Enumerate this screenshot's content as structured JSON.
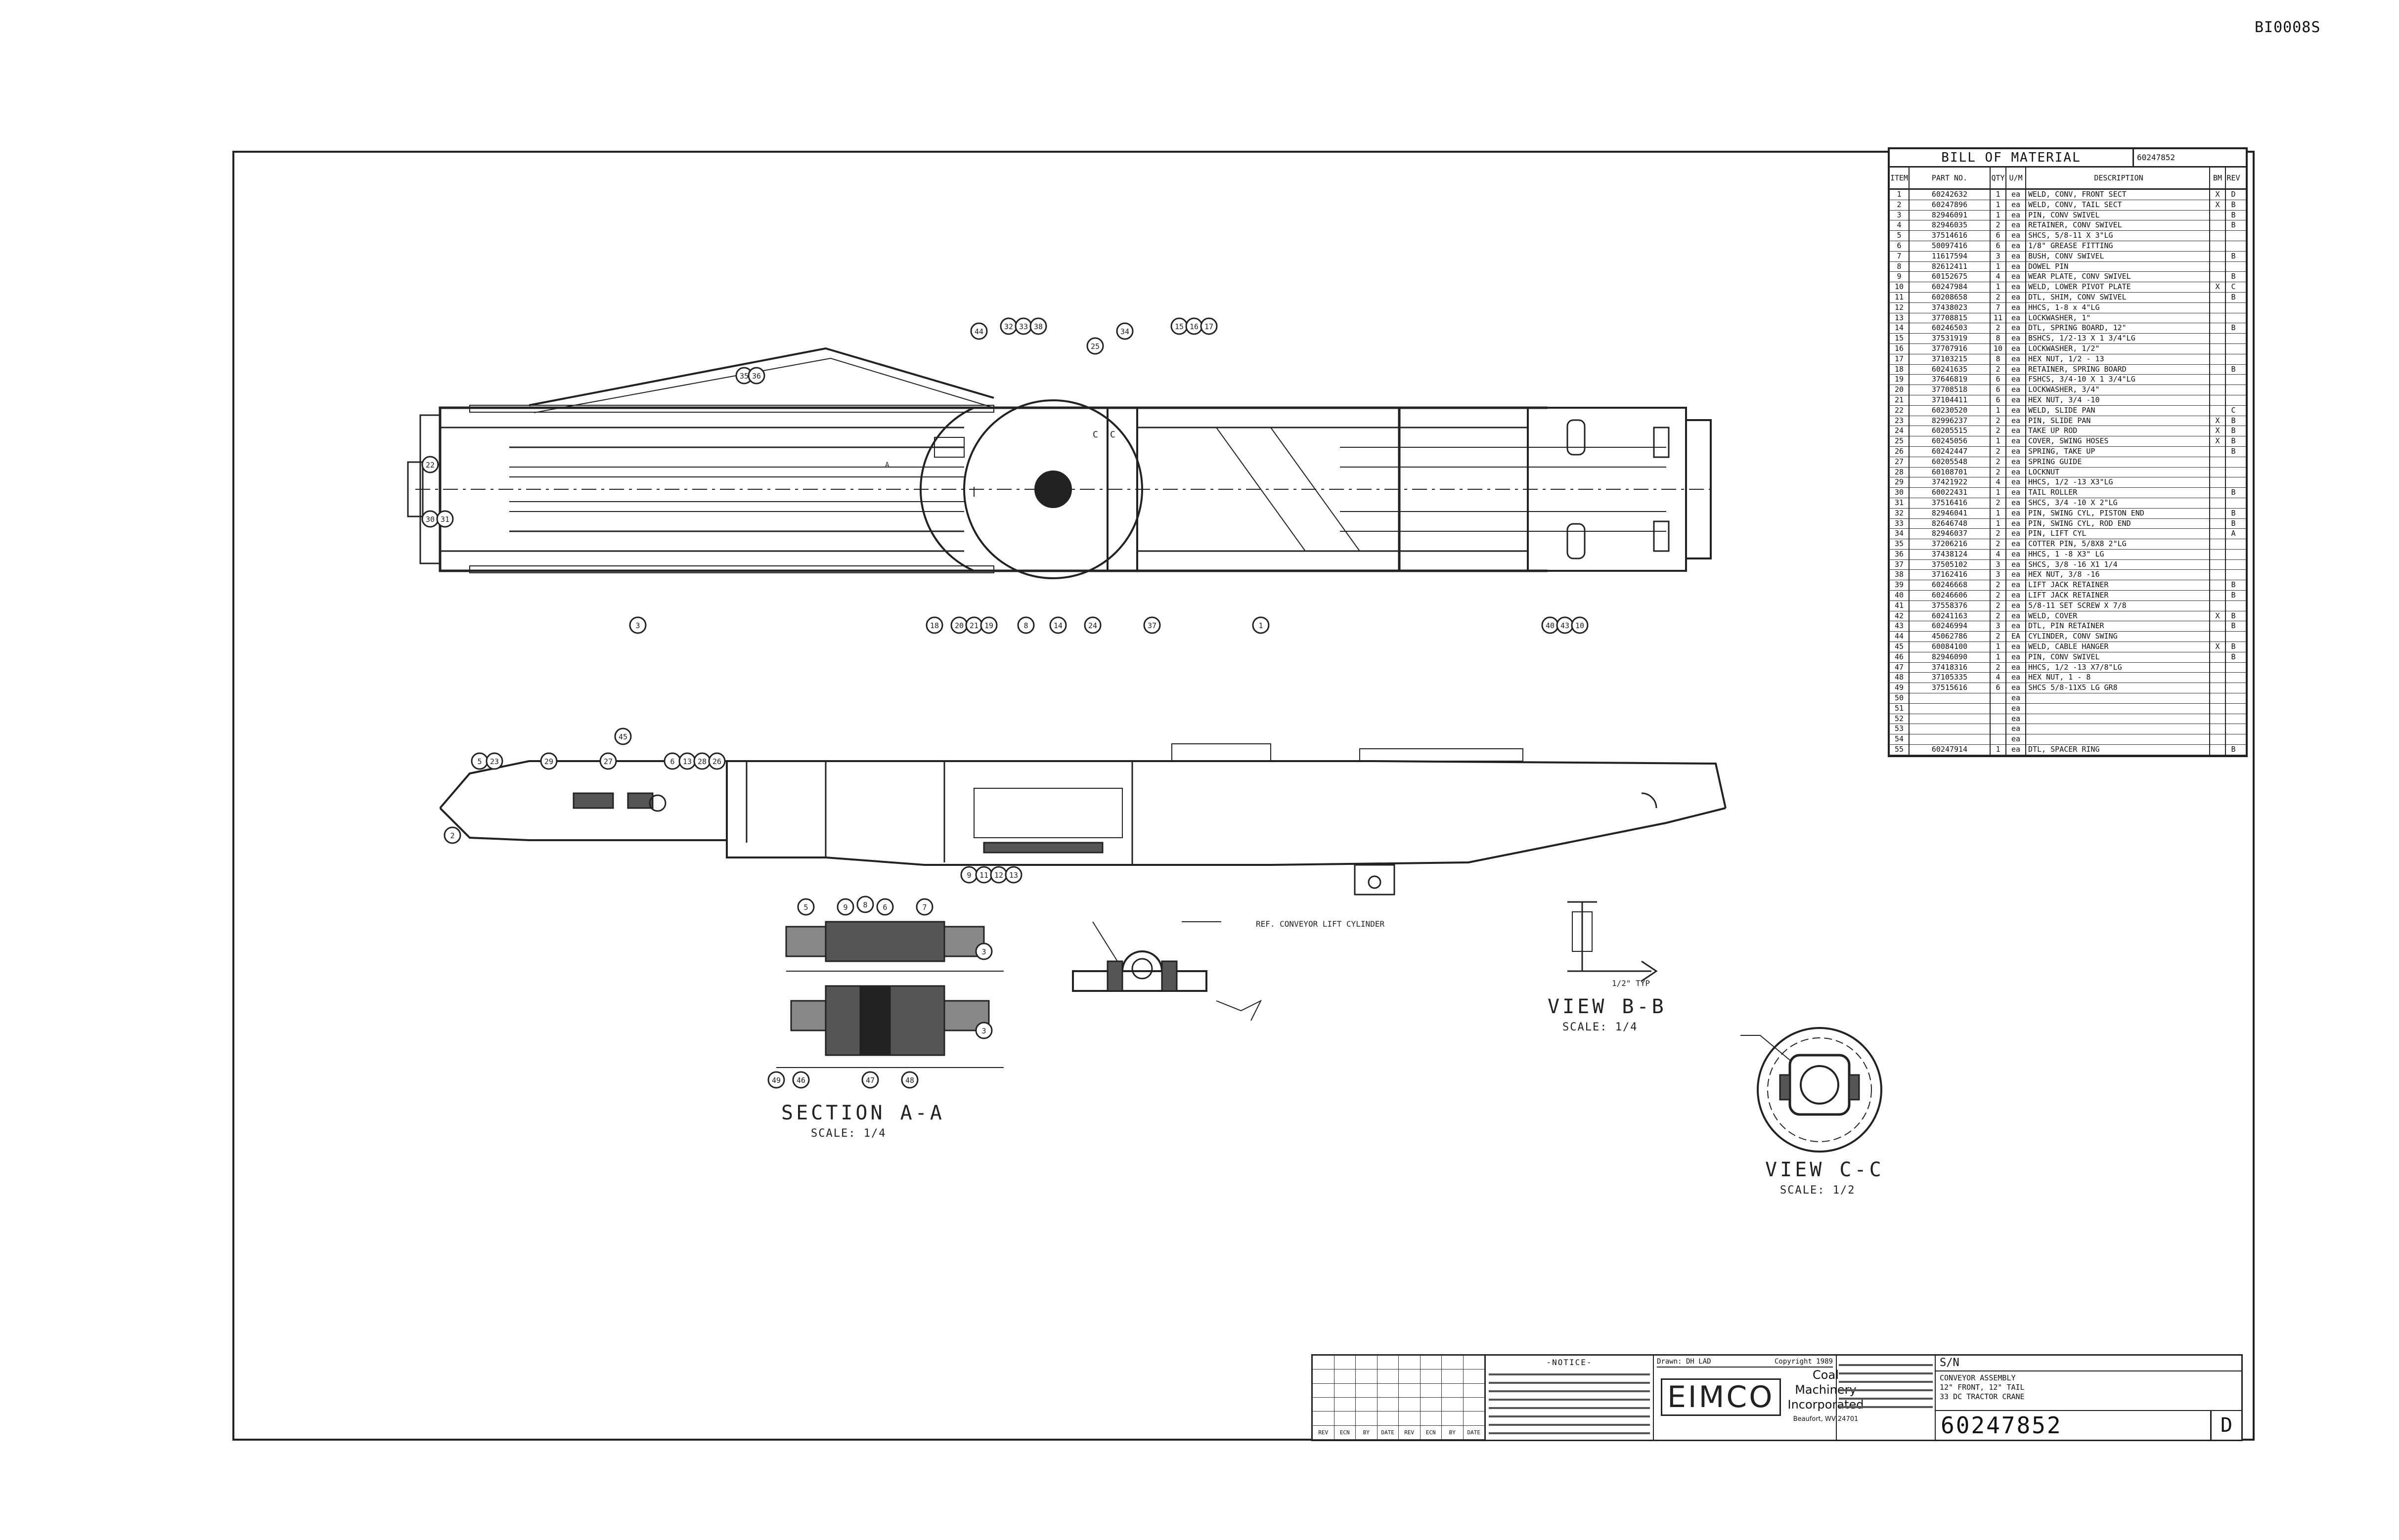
{
  "doc_id": "BI0008S",
  "bom": {
    "title": "BILL OF MATERIAL",
    "dwg_ref": "60247852",
    "columns": [
      "ITEM",
      "PART NO.",
      "QTY",
      "U/M",
      "DESCRIPTION",
      "BM",
      "REV"
    ],
    "rows": [
      [
        "1",
        "60242632",
        "1",
        "ea",
        "WELD, CONV, FRONT SECT",
        "X",
        "D"
      ],
      [
        "2",
        "60247896",
        "1",
        "ea",
        "WELD, CONV, TAIL SECT",
        "X",
        "B"
      ],
      [
        "3",
        "82946091",
        "1",
        "ea",
        "PIN, CONV SWIVEL",
        "",
        "B"
      ],
      [
        "4",
        "82946035",
        "2",
        "ea",
        "RETAINER, CONV SWIVEL",
        "",
        "B"
      ],
      [
        "5",
        "37514616",
        "6",
        "ea",
        "SHCS, 5/8-11 X 3\"LG",
        "",
        ""
      ],
      [
        "6",
        "50097416",
        "6",
        "ea",
        "1/8\" GREASE FITTING",
        "",
        ""
      ],
      [
        "7",
        "11617594",
        "3",
        "ea",
        "BUSH, CONV SWIVEL",
        "",
        "B"
      ],
      [
        "8",
        "82612411",
        "1",
        "ea",
        "DOWEL PIN",
        "",
        ""
      ],
      [
        "9",
        "60152675",
        "4",
        "ea",
        "WEAR PLATE, CONV SWIVEL",
        "",
        "B"
      ],
      [
        "10",
        "60247984",
        "1",
        "ea",
        "WELD, LOWER PIVOT PLATE",
        "X",
        "C"
      ],
      [
        "11",
        "60208658",
        "2",
        "ea",
        "DTL, SHIM, CONV SWIVEL",
        "",
        "B"
      ],
      [
        "12",
        "37438023",
        "7",
        "ea",
        "HHCS, 1-8 x 4\"LG",
        "",
        ""
      ],
      [
        "13",
        "37708815",
        "11",
        "ea",
        "LOCKWASHER, 1\"",
        "",
        ""
      ],
      [
        "14",
        "60246503",
        "2",
        "ea",
        "DTL, SPRING BOARD, 12\"",
        "",
        "B"
      ],
      [
        "15",
        "37531919",
        "8",
        "ea",
        "BSHCS, 1/2-13 X 1 3/4\"LG",
        "",
        ""
      ],
      [
        "16",
        "37707916",
        "10",
        "ea",
        "LOCKWASHER, 1/2\"",
        "",
        ""
      ],
      [
        "17",
        "37103215",
        "8",
        "ea",
        "HEX NUT, 1/2 - 13",
        "",
        ""
      ],
      [
        "18",
        "60241635",
        "2",
        "ea",
        "RETAINER, SPRING BOARD",
        "",
        "B"
      ],
      [
        "19",
        "37646819",
        "6",
        "ea",
        "FSHCS, 3/4-10 X 1 3/4\"LG",
        "",
        ""
      ],
      [
        "20",
        "37708518",
        "6",
        "ea",
        "LOCKWASHER, 3/4\"",
        "",
        ""
      ],
      [
        "21",
        "37104411",
        "6",
        "ea",
        "HEX NUT, 3/4 -10",
        "",
        ""
      ],
      [
        "22",
        "60230520",
        "1",
        "ea",
        "WELD, SLIDE PAN",
        "",
        "C"
      ],
      [
        "23",
        "82996237",
        "2",
        "ea",
        "PIN, SLIDE PAN",
        "X",
        "B"
      ],
      [
        "24",
        "60205515",
        "2",
        "ea",
        "TAKE UP ROD",
        "X",
        "B"
      ],
      [
        "25",
        "60245056",
        "1",
        "ea",
        "COVER, SWING HOSES",
        "X",
        "B"
      ],
      [
        "26",
        "60242447",
        "2",
        "ea",
        "SPRING, TAKE UP",
        "",
        "B"
      ],
      [
        "27",
        "60205548",
        "2",
        "ea",
        "SPRING GUIDE",
        "",
        ""
      ],
      [
        "28",
        "60108701",
        "2",
        "ea",
        "LOCKNUT",
        "",
        ""
      ],
      [
        "29",
        "37421922",
        "4",
        "ea",
        "HHCS, 1/2 -13 X3\"LG",
        "",
        ""
      ],
      [
        "30",
        "60022431",
        "1",
        "ea",
        "TAIL ROLLER",
        "",
        "B"
      ],
      [
        "31",
        "37516416",
        "2",
        "ea",
        "SHCS, 3/4 -10 X 2\"LG",
        "",
        ""
      ],
      [
        "32",
        "82946041",
        "1",
        "ea",
        "PIN, SWING CYL, PISTON END",
        "",
        "B"
      ],
      [
        "33",
        "82646748",
        "1",
        "ea",
        "PIN, SWING CYL, ROD END",
        "",
        "B"
      ],
      [
        "34",
        "82946037",
        "2",
        "ea",
        "PIN, LIFT CYL",
        "",
        "A"
      ],
      [
        "35",
        "37206216",
        "2",
        "ea",
        "COTTER PIN, 5/8X8 2\"LG",
        "",
        ""
      ],
      [
        "36",
        "37438124",
        "4",
        "ea",
        "HHCS, 1 -8 X3\" LG",
        "",
        ""
      ],
      [
        "37",
        "37505102",
        "3",
        "ea",
        "SHCS, 3/8 -16 X1 1/4",
        "",
        ""
      ],
      [
        "38",
        "37162416",
        "3",
        "ea",
        "HEX NUT, 3/8 -16",
        "",
        ""
      ],
      [
        "39",
        "60246668",
        "2",
        "ea",
        "LIFT JACK RETAINER",
        "",
        "B"
      ],
      [
        "40",
        "60246606",
        "2",
        "ea",
        "LIFT JACK RETAINER",
        "",
        "B"
      ],
      [
        "41",
        "37558376",
        "2",
        "ea",
        "5/8-11 SET SCREW X 7/8",
        "",
        ""
      ],
      [
        "42",
        "60241163",
        "2",
        "ea",
        "WELD, COVER",
        "X",
        "B"
      ],
      [
        "43",
        "60246994",
        "3",
        "ea",
        "DTL, PIN RETAINER",
        "",
        "B"
      ],
      [
        "44",
        "45062786",
        "2",
        "EA",
        "CYLINDER, CONV SWING",
        "",
        ""
      ],
      [
        "45",
        "60084100",
        "1",
        "ea",
        "WELD, CABLE HANGER",
        "X",
        "B"
      ],
      [
        "46",
        "82946090",
        "1",
        "ea",
        "PIN, CONV SWIVEL",
        "",
        "B"
      ],
      [
        "47",
        "37418316",
        "2",
        "ea",
        "HHCS, 1/2 -13 X7/8\"LG",
        "",
        ""
      ],
      [
        "48",
        "37105335",
        "4",
        "ea",
        "HEX NUT, 1 - 8",
        "",
        ""
      ],
      [
        "49",
        "37515616",
        "6",
        "ea",
        "SHCS 5/8-11X5 LG GR8",
        "",
        ""
      ],
      [
        "50",
        "",
        "",
        "ea",
        "",
        "",
        ""
      ],
      [
        "51",
        "",
        "",
        "ea",
        "",
        "",
        ""
      ],
      [
        "52",
        "",
        "",
        "ea",
        "",
        "",
        ""
      ],
      [
        "53",
        "",
        "",
        "ea",
        "",
        "",
        ""
      ],
      [
        "54",
        "",
        "",
        "ea",
        "",
        "",
        ""
      ],
      [
        "55",
        "60247914",
        "1",
        "ea",
        "DTL, SPACER RING",
        "",
        "B"
      ]
    ]
  },
  "views": {
    "section_aa": "SECTION A-A",
    "section_aa_scale": "SCALE: 1/4",
    "view_bb": "VIEW B-B",
    "view_bb_scale": "SCALE: 1/4",
    "view_cc": "VIEW C-C",
    "view_cc_scale": "SCALE: 1/2",
    "ref_lift_cyl": "REF. CONVEYOR LIFT CYLINDER",
    "weld_typ": "1/2\" TYP",
    "section_marker": "C",
    "balloons_plan": [
      "44",
      "32",
      "33",
      "38",
      "25",
      "34",
      "15",
      "16",
      "17",
      "35",
      "36",
      "22",
      "30",
      "31",
      "3",
      "18",
      "20",
      "21",
      "19",
      "8",
      "14",
      "24",
      "37",
      "1",
      "40",
      "43",
      "10"
    ],
    "balloons_elev": [
      "5",
      "23",
      "29",
      "27",
      "45",
      "6",
      "13",
      "28",
      "26",
      "2",
      "9",
      "11",
      "12",
      "13"
    ],
    "balloons_sec": [
      "5",
      "9",
      "8",
      "6",
      "7",
      "3",
      "3",
      "49",
      "46",
      "47",
      "48"
    ]
  },
  "title_block": {
    "notice_title": "-NOTICE-",
    "drawn_by": "Drawn: DH LAD",
    "copyright": "Copyright 1989",
    "logo": "EIMCO",
    "company_line1": "Coal Machinery",
    "company_line2": "Incorporated",
    "company_addr": "Beaufort, WV 24701",
    "sn_label": "S/N",
    "title_lines": [
      "CONVEYOR ASSEMBLY",
      "12\" FRONT, 12\" TAIL",
      "33 DC TRACTOR CRANE"
    ],
    "dwg_no": "60247852",
    "rev": "D",
    "rev_cols": [
      "REV",
      "ECN",
      "BY",
      "DATE",
      "REV",
      "ECN",
      "BY",
      "DATE"
    ]
  }
}
